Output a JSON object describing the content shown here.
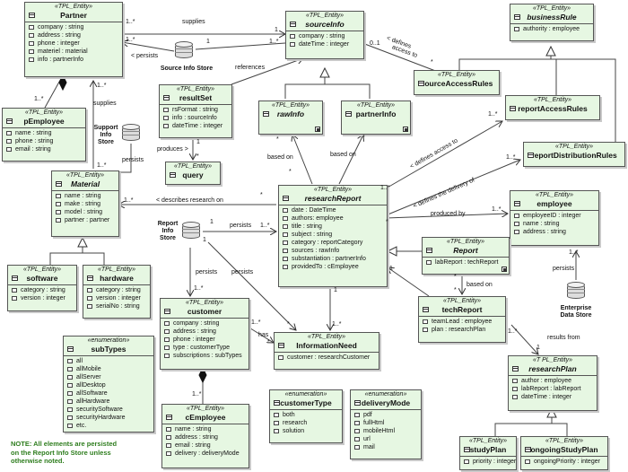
{
  "classes": {
    "partner": {
      "stereotype": "«TPL_Entity»",
      "name": "Partner",
      "attributes": [
        "company : string",
        "address : string",
        "phone : integer",
        "materiel : material",
        "info : partnerInfo"
      ]
    },
    "sourceInfo": {
      "stereotype": "«TPL_Entity»",
      "name": "sourceInfo",
      "attributes": [
        "company : string",
        "dateTime : integer"
      ]
    },
    "businessRule": {
      "stereotype": "«TPL_Entity»",
      "name": "businessRule",
      "attributes": [
        "authority : employee"
      ]
    },
    "sourceAccessRules": {
      "stereotype": "«TPL_Entity»",
      "name": "sourceAccessRules",
      "attributes": []
    },
    "reportAccessRules": {
      "stereotype": "«TPL_Entity»",
      "name": "reportAccessRules",
      "attributes": []
    },
    "reportDistributionRules": {
      "stereotype": "«TPL_Entity»",
      "name": "reportDistributionRules",
      "attributes": []
    },
    "pEmployee": {
      "stereotype": "«TPL_Entity»",
      "name": "pEmployee",
      "attributes": [
        "name : string",
        "phone : string",
        "email : string"
      ]
    },
    "resultSet": {
      "stereotype": "«TPL_Entity»",
      "name": "resultSet",
      "attributes": [
        "rsFormat : string",
        "info : sourceInfo",
        "dateTime : integer"
      ]
    },
    "rawInfo": {
      "stereotype": "«TPL_Entity»",
      "name": "rawInfo",
      "attributes": []
    },
    "partnerInfo": {
      "stereotype": "«TPL_Entity»",
      "name": "partnerInfo",
      "attributes": []
    },
    "query": {
      "stereotype": "«TPL_Entity»",
      "name": "query",
      "attributes": []
    },
    "material": {
      "stereotype": "«TPL_Entity»",
      "name": "Material",
      "attributes": [
        "name : string",
        "make : string",
        "model : string",
        "partner : partner"
      ]
    },
    "researchReport": {
      "stereotype": "«TPL_Entity»",
      "name": "researchReport",
      "attributes": [
        "date : DateTime",
        "authors: employee",
        "title : string",
        "subject : string",
        "category : reportCategory",
        "sources : rawInfo",
        "substantiation : partnerInfo",
        "providedTo : cEmployee"
      ]
    },
    "employee": {
      "stereotype": "«TPL_Entity»",
      "name": "employee",
      "attributes": [
        "employeeID : integer",
        "name : string",
        "address : string"
      ]
    },
    "report": {
      "stereotype": "«TPL_Entity»",
      "name": "Report",
      "attributes": [
        "labReport : techReport"
      ]
    },
    "techReport": {
      "stereotype": "«TPL_Entity»",
      "name": "techReport",
      "attributes": [
        "teamLead : employee",
        "plan : researchPlan"
      ]
    },
    "software": {
      "stereotype": "«TPL_Entity»",
      "name": "software",
      "attributes": [
        "category : string",
        "version : integer"
      ]
    },
    "hardware": {
      "stereotype": "«TPL_Entity»",
      "name": "hardware",
      "attributes": [
        "category : string",
        "version : integer",
        "serialNo : string"
      ]
    },
    "customer": {
      "stereotype": "«TPL_Entity»",
      "name": "customer",
      "attributes": [
        "company : string",
        "address : string",
        "phone : integer",
        "type : customerType",
        "subscriptions : subTypes"
      ]
    },
    "informationNeed": {
      "stereotype": "«TPL_Entity»",
      "name": "InformationNeed",
      "attributes": [
        "customer : researchCustomer"
      ]
    },
    "subTypes": {
      "stereotype": "«enumeration»",
      "name": "subTypes",
      "attributes": [
        "all",
        "allMobile",
        "allServer",
        "allDesktop",
        "allSoftware",
        "allHardware",
        "securitySoftware",
        "securityHardware",
        "etc."
      ]
    },
    "cEmployee": {
      "stereotype": "«TPL_Entity»",
      "name": "cEmployee",
      "attributes": [
        "name : string",
        "address : string",
        "email : string",
        "delivery : deliveryMode"
      ]
    },
    "customerType": {
      "stereotype": "«enumeration»",
      "name": "customerType",
      "attributes": [
        "both",
        "research",
        "solution"
      ]
    },
    "deliveryMode": {
      "stereotype": "«enumeration»",
      "name": "deliveryMode",
      "attributes": [
        "pdf",
        "fullHtml",
        "mobileHtml",
        "url",
        "mail"
      ]
    },
    "researchPlan": {
      "stereotype": "«T PL_Entity»",
      "name": "researchPlan",
      "attributes": [
        "author : employee",
        "labReport : labReport",
        "dateTime : integer"
      ]
    },
    "studyPlan": {
      "stereotype": "«TPL_Entity»",
      "name": "studyPlan",
      "attributes": [
        "priority : integer"
      ]
    },
    "ongoingStudyPlan": {
      "stereotype": "«TPL_Entity»",
      "name": "ongoingStudyPlan",
      "attributes": [
        "ongoingPriority : integer"
      ]
    }
  },
  "stores": {
    "sourceInfoStore": "Source Info  Store",
    "supportInfoStore": [
      "Support",
      "Info",
      "Store"
    ],
    "reportInfoStore": [
      "Report",
      "Info",
      "Store"
    ],
    "enterpriseDataStore": [
      "Enterprise",
      "Data Store"
    ]
  },
  "labels": {
    "supplies1": "supplies",
    "m_1star_a": "1..*",
    "m_1_a": "1",
    "m_1star_b": "1..*",
    "m_1_b": "1",
    "persists1": "< persists",
    "references": "references",
    "m_01": "0..1",
    "defines_access": "< defines",
    "access_to": "access to",
    "m_star_a": "*",
    "m_1star_c": "1..*",
    "m_1star_d": "1..*",
    "supplies2": "supplies",
    "m_1star_e": "1..*",
    "m_1star_f": "1..*",
    "persists2": "persists",
    "produces": "produces >",
    "m_1_c": "1",
    "m_star_b": "*",
    "m_star_c": "*",
    "based_on1": "based on",
    "based_on2": "based on",
    "m_star_d": "*",
    "m_star_e": "*",
    "defines_access2": "< defines access to",
    "m_1star_g": "1..*",
    "defines_delivery": "< defines the delivery of",
    "m_1star_h": "1..*",
    "m_1star_i": "1..*",
    "describes": "< describes research on",
    "m_star_f": "*",
    "m_1star_j": "1..*",
    "m_1_d": "1",
    "persists3": "persists",
    "m_1star_k": "1..*",
    "produced_by": "produced by",
    "m_star_g": "*",
    "m_1star_l": "1..*",
    "m_1_e": "1",
    "persists4": "persists",
    "persists5": "persists",
    "m_1star_m": "1..*",
    "m_1_f": "1",
    "m_star_h": "*",
    "based_on3": "based on",
    "m_star_i": "*",
    "m_1_g": "1",
    "persists6": "persists",
    "m_1star_n": "1..*",
    "m_1star_o": "1..*",
    "has": "has",
    "m_star_j": "*",
    "m_1star_p": "1..*",
    "m_star_k": "*",
    "m_1star_q": "1..*",
    "results_from": "results from",
    "m_1_h": "1",
    "m_1star_r": "1..*"
  },
  "note": [
    "NOTE: All elements are persisted",
    "on the Report Info Store unless",
    "otherwise noted."
  ],
  "colors": {
    "classFill": "#e6f7e2",
    "border": "#555555",
    "noteText": "#2e7d1e",
    "cylinder": "#dddddd"
  }
}
